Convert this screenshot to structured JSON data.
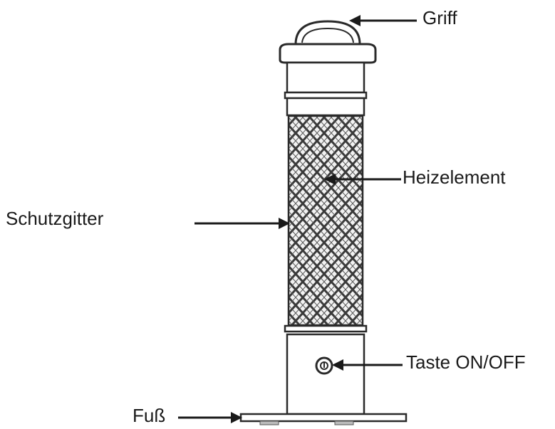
{
  "labels": {
    "griff": "Griff",
    "heizelement": "Heizelement",
    "schutzgitter": "Schutzgitter",
    "taste": "Taste ON/OFF",
    "fuss": "Fuß"
  },
  "colors": {
    "line": "#2a2a2a",
    "mesh": "#3a3a3a",
    "background": "#ffffff"
  }
}
